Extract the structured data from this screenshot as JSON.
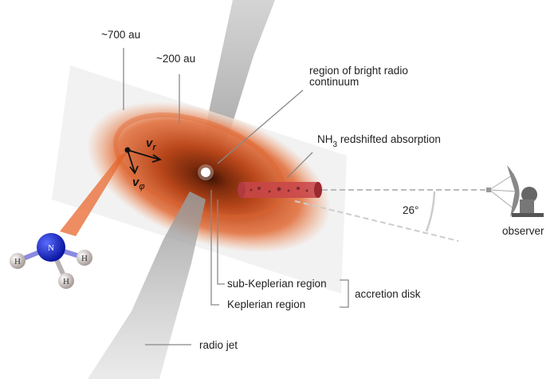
{
  "labels": {
    "outer_radius": "~700 au",
    "inner_radius": "~200 au",
    "continuum_line1": "region of bright radio",
    "continuum_line2": "continuum",
    "absorption_nh": "NH",
    "absorption_sub": "3",
    "absorption_rest": " redshifted absorption",
    "angle": "26°",
    "observer": "observer",
    "sub_keplerian": "sub-Keplerian region",
    "keplerian": "Keplerian region",
    "accretion_disk": "accretion disk",
    "radio_jet": "radio jet",
    "v_r": "v",
    "v_r_sub": "r",
    "v_phi": "v",
    "v_phi_sub": "φ"
  },
  "molecule": {
    "center": "N",
    "ligands": [
      "H",
      "H",
      "H"
    ]
  },
  "colors": {
    "disk": "#e0622a",
    "disk_core": "#7a2a0c",
    "tube": "#c8454a",
    "nitrogen": "#1a2ad0",
    "hydrogen": "#d9cfcc",
    "jet": "#9a9a9a"
  }
}
